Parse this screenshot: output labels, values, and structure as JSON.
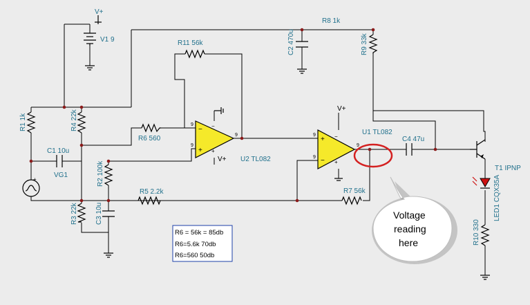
{
  "labels": {
    "vplus_top": "V+",
    "v1": "V1 9",
    "r8": "R8 1k",
    "c2": "C2 470u",
    "r9": "R9 33k",
    "r11": "R11 56k",
    "r1": "R1 1k",
    "r4": "R4 22k",
    "r6": "R6 560",
    "c1": "C1 10u",
    "vg1": "VG1",
    "r2": "R2 100k",
    "r5": "R5 2.2k",
    "r3": "R3 22k",
    "c3": "C3 10u",
    "u2": "U2 TL082",
    "vplus_u2": "V+",
    "vplus_u1": "V+",
    "u1": "U1 TL082",
    "c4": "C4 47u",
    "r7": "R7 56k",
    "t1": "T1 IPNP",
    "led1": "LED1 CQX35A",
    "r10": "R10 330"
  },
  "opamp_pins": {
    "u2_minus": "9",
    "u2_plus": "9",
    "u2_out": "9",
    "u1_minus": "9",
    "u1_plus": "9",
    "u1_out": "9"
  },
  "note_lines": [
    "R6 = 56k = 85db",
    "R6=5.6k  70db",
    "R6=560   50db"
  ],
  "callout_lines": [
    "Voltage",
    "reading",
    "here"
  ],
  "colors": {
    "label": "#1f6f8b",
    "opamp_fill": "#f5e92a",
    "junction": "#8b1a1a",
    "highlight_ring": "#d42020",
    "led": "#cc1111",
    "note_border": "#1d3fa8"
  }
}
